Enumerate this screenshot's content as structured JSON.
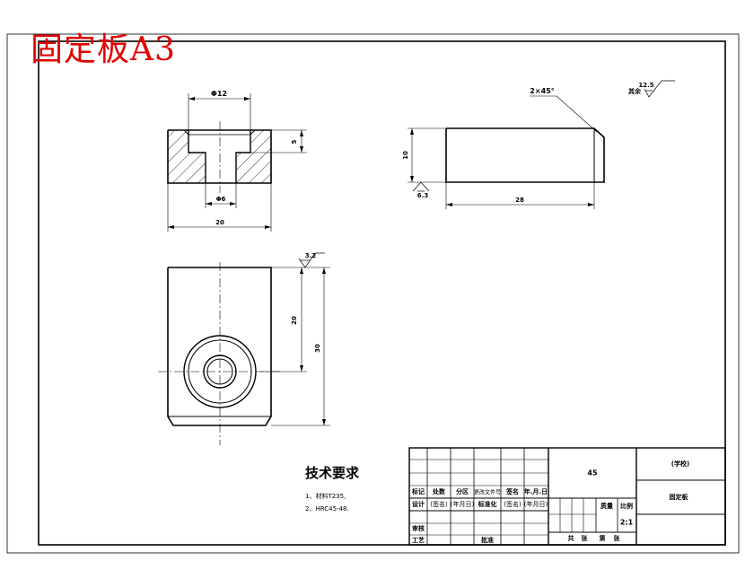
{
  "title": "固定板A3",
  "views": {
    "front": {
      "dim_counterbore": "Φ12",
      "dim_depth": "5",
      "dim_hole": "Φ6",
      "dim_width": "20"
    },
    "side": {
      "chamfer_note": "2×45°",
      "roughness_rest": "12.5",
      "rest_label": "其余",
      "dim_height": "10",
      "dim_length": "28",
      "roughness_face": "6.3"
    },
    "top": {
      "roughness_top": "3.2",
      "dim_center": "20",
      "dim_total": "30"
    }
  },
  "requirements": {
    "heading": "技术要求",
    "items": [
      "1、材料T235,",
      "2、HRC45-48."
    ]
  },
  "title_block": {
    "material": "45",
    "school": "(学校)",
    "part_name": "固定板",
    "scale": "2:1",
    "headers": [
      "标记",
      "处数",
      "分区",
      "更改文件号",
      "签名",
      "年.月.日"
    ],
    "row_design": [
      "设计",
      "(签名)",
      "(年月日)",
      "标准化",
      "(签名)",
      "(年月日)"
    ],
    "labels": {
      "mass": "质量",
      "ratio": "比例",
      "review": "审核",
      "process": "工艺",
      "approve": "批准",
      "total_sheets": "共",
      "sheet_unit_1": "张",
      "sheet_no": "第",
      "sheet_unit_2": "张"
    }
  }
}
